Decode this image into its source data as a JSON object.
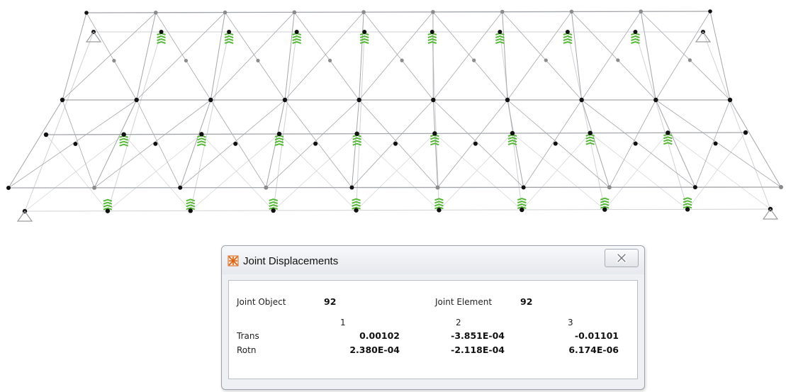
{
  "dialog": {
    "title": "Joint Displacements",
    "joint_object_label": "Joint Object",
    "joint_object_value": "92",
    "joint_element_label": "Joint Element",
    "joint_element_value": "92",
    "columns": [
      "1",
      "2",
      "3"
    ],
    "rows": [
      {
        "label": "Trans",
        "values": [
          "0.00102",
          "-3.851E-04",
          "-0.01101"
        ]
      },
      {
        "label": "Rotn",
        "values": [
          "2.380E-04",
          "-2.118E-04",
          "6.174E-06"
        ]
      }
    ]
  },
  "icons": {
    "app": "structure-app-icon",
    "close": "close-icon"
  },
  "colors": {
    "members": "#a3a6ab",
    "deformed_members": "#d0d2d5",
    "joint_dark": "#111111",
    "joint_light": "#8b8b8b",
    "spring": "#58b83a",
    "app_icon": "#d8651c"
  }
}
